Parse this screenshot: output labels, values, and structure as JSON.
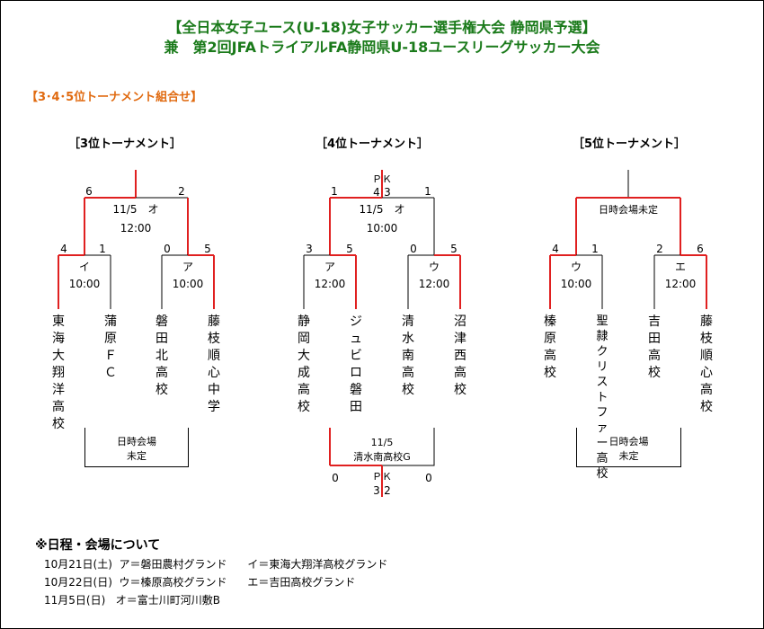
{
  "header": {
    "title1": "【全日本女子ユース(U-18)女子サッカー選手権大会 静岡県予選】",
    "title2": "兼　第2回JFAトライアルFA静岡県U-18ユースリーグサッカー大会"
  },
  "subheading": "【3･4･5位トーナメント組合せ】",
  "t3": {
    "title": "［3位トーナメント］",
    "final": {
      "score_l": "6",
      "score_r": "2",
      "date": "11/5　オ",
      "time": "12:00"
    },
    "left": {
      "score_l": "4",
      "score_r": "1",
      "venue": "イ",
      "time": "10:00"
    },
    "right": {
      "score_l": "0",
      "score_r": "5",
      "venue": "ア",
      "time": "10:00"
    },
    "teams": [
      "東海大翔洋高校",
      "蒲原ＦＣ",
      "磐田北高校",
      "藤枝順心中学"
    ],
    "box": {
      "l1": "日時会場",
      "l2": "未定"
    }
  },
  "t4": {
    "title": "［4位トーナメント］",
    "pk_top": {
      "label": "ＰＫ",
      "l": "4",
      "r": "3"
    },
    "final": {
      "score_l": "1",
      "score_r": "1",
      "date": "11/5　オ",
      "time": "10:00"
    },
    "left": {
      "score_l": "3",
      "score_r": "5",
      "venue": "ア",
      "time": "12:00"
    },
    "right": {
      "score_l": "0",
      "score_r": "5",
      "venue": "ウ",
      "time": "12:00"
    },
    "teams": [
      "静岡大成高校",
      "ジュビロ磐田",
      "清水南高校",
      "沼津西高校"
    ],
    "box": {
      "l1": "11/5",
      "l2": "清水南高校G"
    },
    "bottom": {
      "score_l": "0",
      "score_r": "0",
      "pk": "ＰＫ",
      "pk_l": "3",
      "pk_r": "2"
    }
  },
  "t5": {
    "title": "［5位トーナメント］",
    "final_label": "日時会場未定",
    "left": {
      "score_l": "4",
      "score_r": "1",
      "venue": "ウ",
      "time": "10:00"
    },
    "right": {
      "score_l": "2",
      "score_r": "6",
      "venue": "エ",
      "time": "12:00"
    },
    "teams": [
      "榛原高校",
      "聖隷クリストファー高校",
      "吉田高校",
      "藤枝順心高校"
    ],
    "box": {
      "l1": "日時会場",
      "l2": "未定"
    }
  },
  "notes": {
    "title": "※日程・会場について",
    "lines": [
      "10月21日(土)  ア＝磐田農村グランド      イ＝東海大翔洋高校グランド",
      "10月22日(日)  ウ＝榛原高校グランド      エ＝吉田高校グランド",
      "11月5日(日)   オ＝富士川町河川敷B"
    ]
  },
  "colors": {
    "title": "#1a7a1a",
    "subheading": "#e06a10",
    "winner_line": "#e02020"
  }
}
